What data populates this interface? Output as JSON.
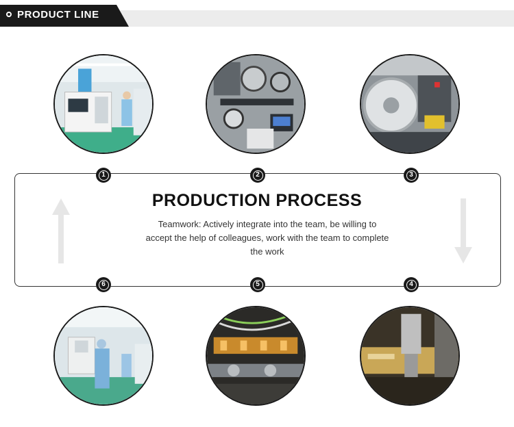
{
  "header": {
    "title": "PRODUCT LINE"
  },
  "process": {
    "title": "PRODUCTION PROCESS",
    "description": "Teamwork: Actively integrate into the team, be willing to accept the help of colleagues, work with the team to complete the work"
  },
  "steps": [
    {
      "number": "1"
    },
    {
      "number": "2"
    },
    {
      "number": "3"
    },
    {
      "number": "4"
    },
    {
      "number": "5"
    },
    {
      "number": "6"
    }
  ],
  "colors": {
    "dark": "#1a1a1a",
    "band": "#ececec",
    "arrow": "#e6e6e6"
  },
  "icons": {
    "arrow_up": "arrow-up-icon",
    "arrow_down": "arrow-down-icon"
  }
}
